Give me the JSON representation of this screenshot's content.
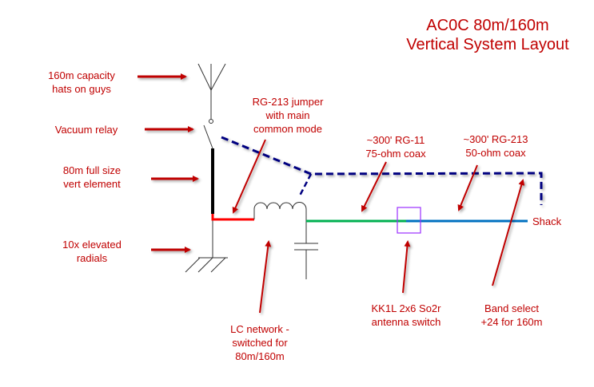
{
  "title": {
    "line1": "AC0C 80m/160m",
    "line2": "Vertical System Layout"
  },
  "colors": {
    "label_text": "#c00000",
    "arrow": "#c00000",
    "jumper": "#ff0000",
    "rg11_coax": "#00b050",
    "rg213_coax": "#0070c0",
    "control_line": "#000080",
    "switch_box": "#9b30ff",
    "element": "#000000"
  },
  "labels": {
    "capacity_hats": [
      "160m capacity",
      "hats on guys"
    ],
    "vacuum_relay": [
      "Vacuum relay"
    ],
    "vert_element": [
      "80m full size",
      "vert element"
    ],
    "radials": [
      "10x elevated",
      "radials"
    ],
    "jumper": [
      "RG-213 jumper",
      "with main",
      "common mode"
    ],
    "rg11": [
      "~300' RG-11",
      "75-ohm coax"
    ],
    "rg213": [
      "~300' RG-213",
      "50-ohm coax"
    ],
    "shack": "Shack",
    "lc_network": [
      "LC network -",
      "switched for",
      "80m/160m"
    ],
    "antenna_switch": [
      "KK1L 2x6 So2r",
      "antenna switch"
    ],
    "band_select": [
      "Band select",
      "+24 for 160m"
    ]
  }
}
